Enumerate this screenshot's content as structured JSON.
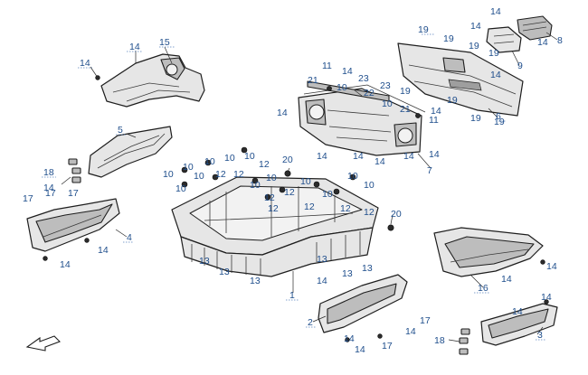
{
  "labels": {
    "c1": "1",
    "c2": "2",
    "c3": "3",
    "c4": "4",
    "c5": "5",
    "c6": "6",
    "c7": "7",
    "c8": "8",
    "c9": "9",
    "c10": "10",
    "c11": "11",
    "c12": "12",
    "c13": "13",
    "c14": "14",
    "c15": "15",
    "c16": "16",
    "c17": "17",
    "c18": "18",
    "c19": "19",
    "c20": "20",
    "c21": "21",
    "c22": "22",
    "c23": "23"
  },
  "colors": {
    "callout_text": "#1f4e8c",
    "part_fill": "#e6e6e6",
    "part_outline": "#1e1e1e"
  },
  "icons": {
    "orientation": "front-direction-arrow-icon"
  }
}
